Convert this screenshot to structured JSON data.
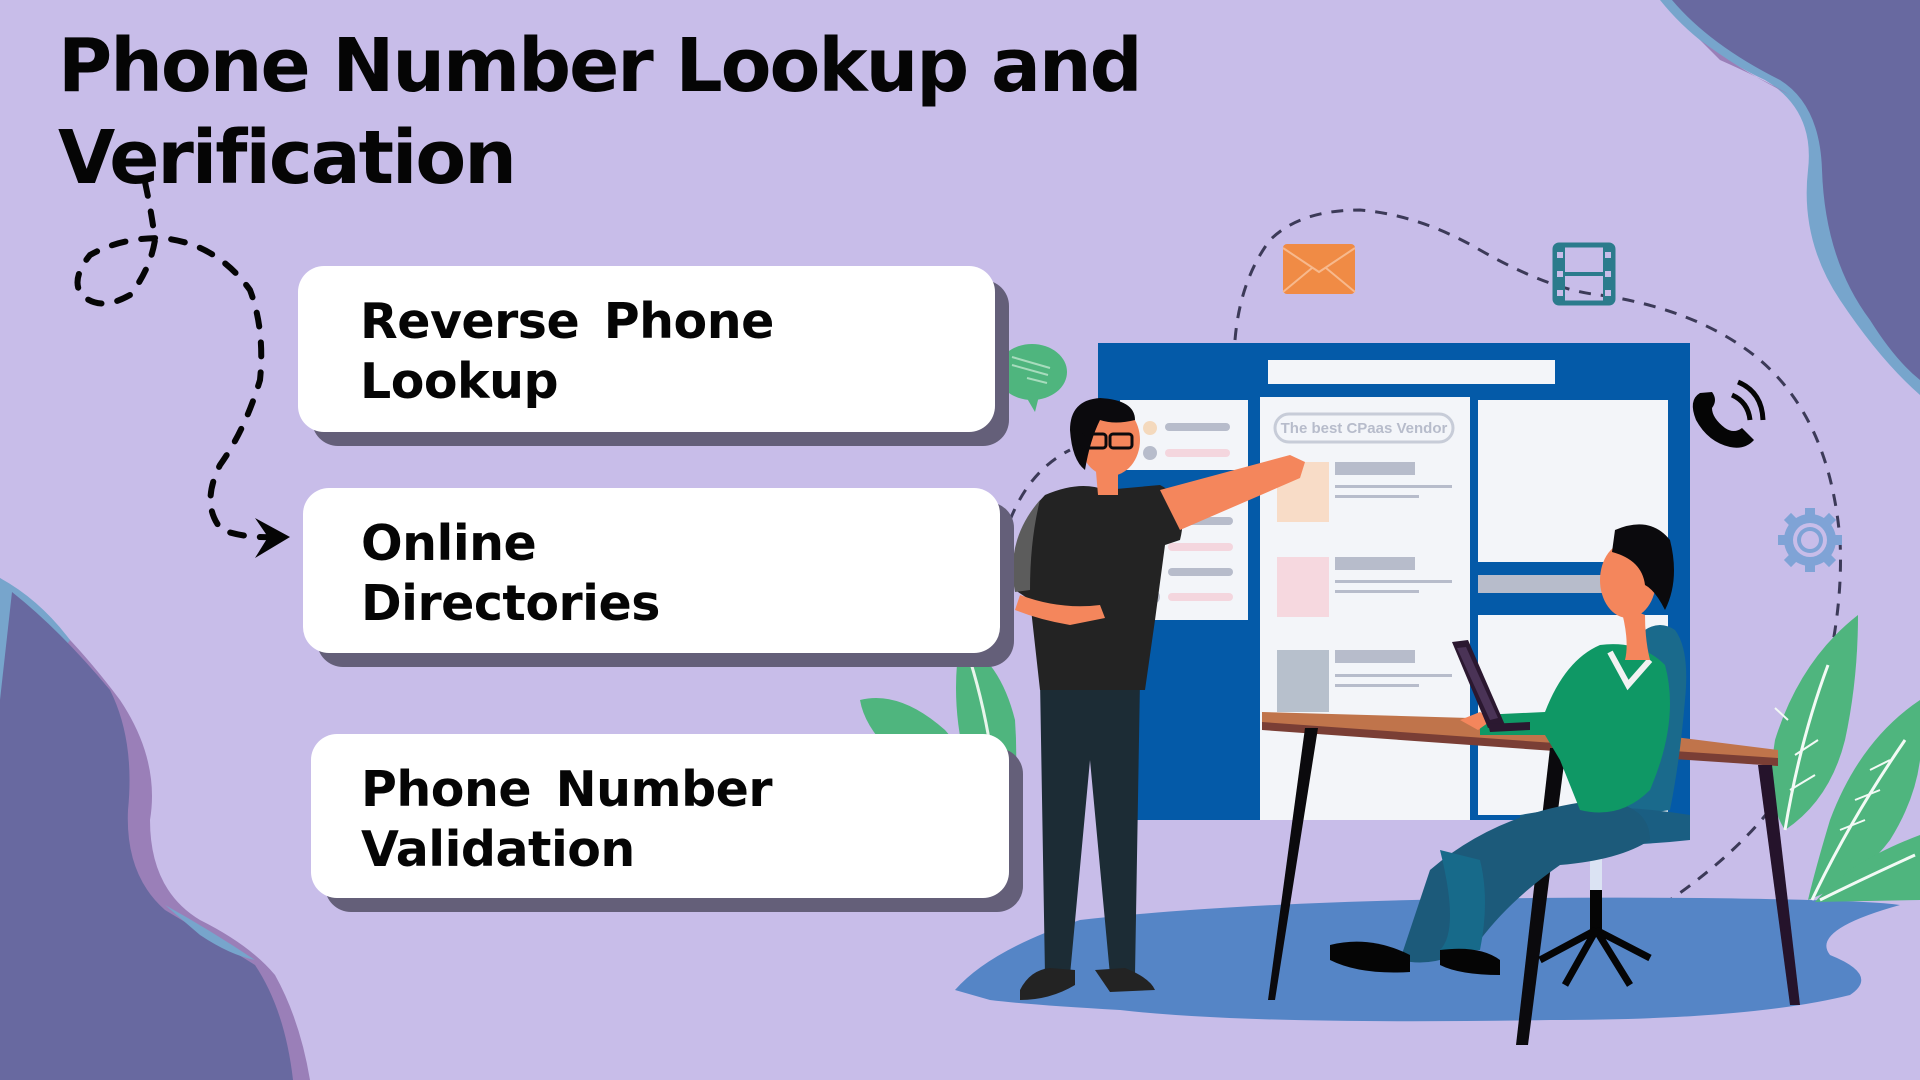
{
  "title": "Phone Number Lookup and Verification",
  "cards": [
    {
      "label": "Reverse Phone Lookup",
      "line1": "Reverse  Phone",
      "line2": "Lookup"
    },
    {
      "label": "Online Directories",
      "line1": "Online",
      "line2": "Directories"
    },
    {
      "label": "Phone Number Validation",
      "line1": "Phone  Number",
      "line2": "Validation"
    }
  ],
  "illustration": {
    "board_banner_text": "The best CPaas Vendor",
    "icons": [
      "envelope-icon",
      "film-icon",
      "phone-call-icon",
      "chat-bubble-icon",
      "gear-icon"
    ]
  },
  "colors": {
    "background": "#c8bde9",
    "blob_dark": "#6869a0",
    "blob_accent_purple": "#9a7fb8",
    "blob_accent_blue": "#77a5cc",
    "card_shadow": "#645f79",
    "board_blue": "#045aa8",
    "floor_blue": "#5585c6",
    "leaf_green": "#4fb57e",
    "envelope_orange": "#f08b45",
    "film_teal": "#2b7b8c"
  }
}
